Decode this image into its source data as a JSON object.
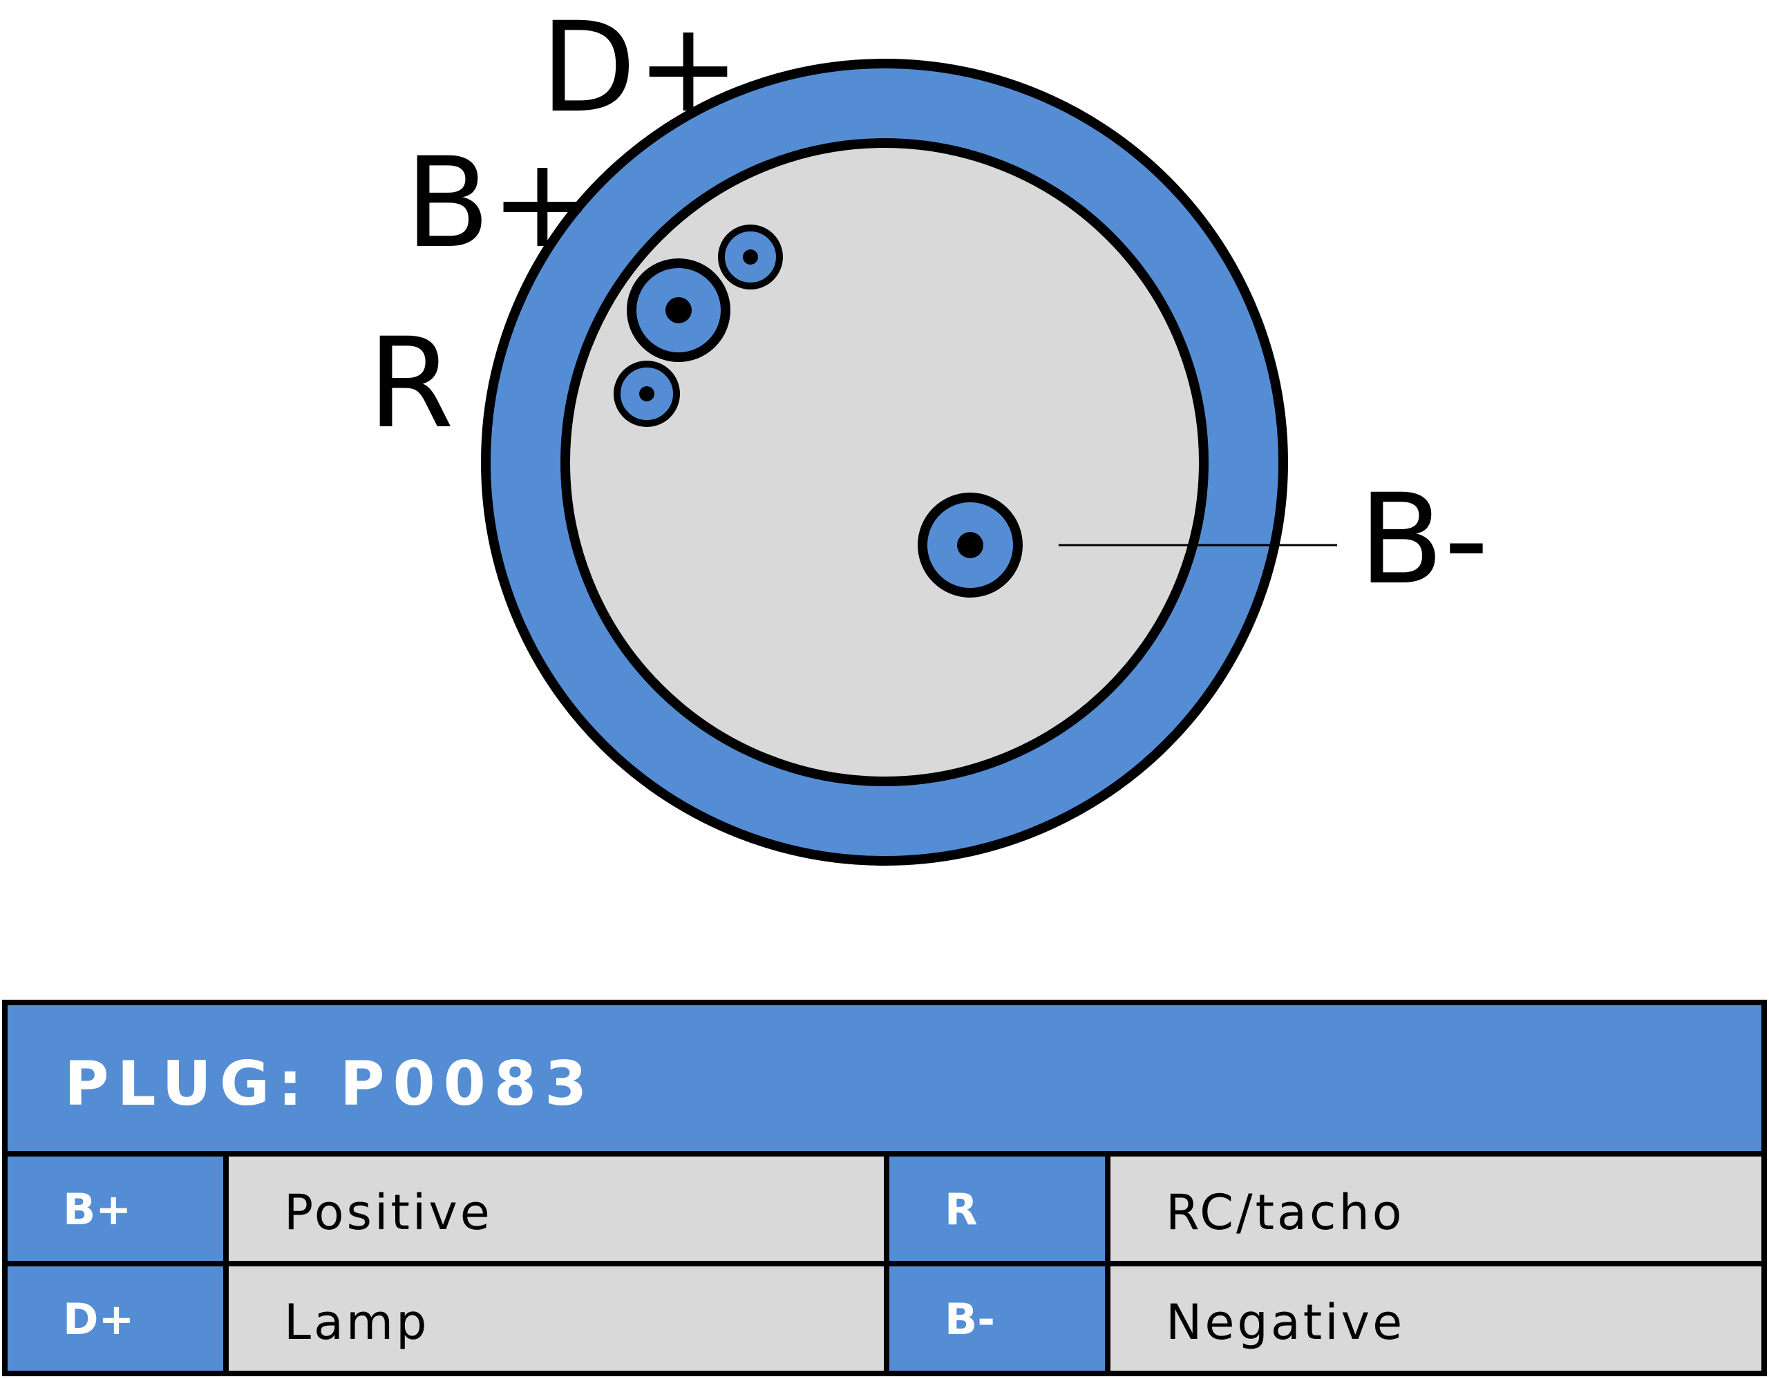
{
  "diagram": {
    "pin_labels": [
      "D+",
      "B+",
      "R",
      "B-"
    ],
    "colors": {
      "blue": "#548DD4",
      "gray": "#D9D9D9",
      "outline": "#000000"
    }
  },
  "table": {
    "title": "PLUG: P0083",
    "rows": [
      [
        {
          "pin": "B+",
          "desc": "Positive"
        },
        {
          "pin": "R",
          "desc": "RC/tacho"
        }
      ],
      [
        {
          "pin": "D+",
          "desc": "Lamp"
        },
        {
          "pin": "B-",
          "desc": "Negative"
        }
      ]
    ]
  }
}
